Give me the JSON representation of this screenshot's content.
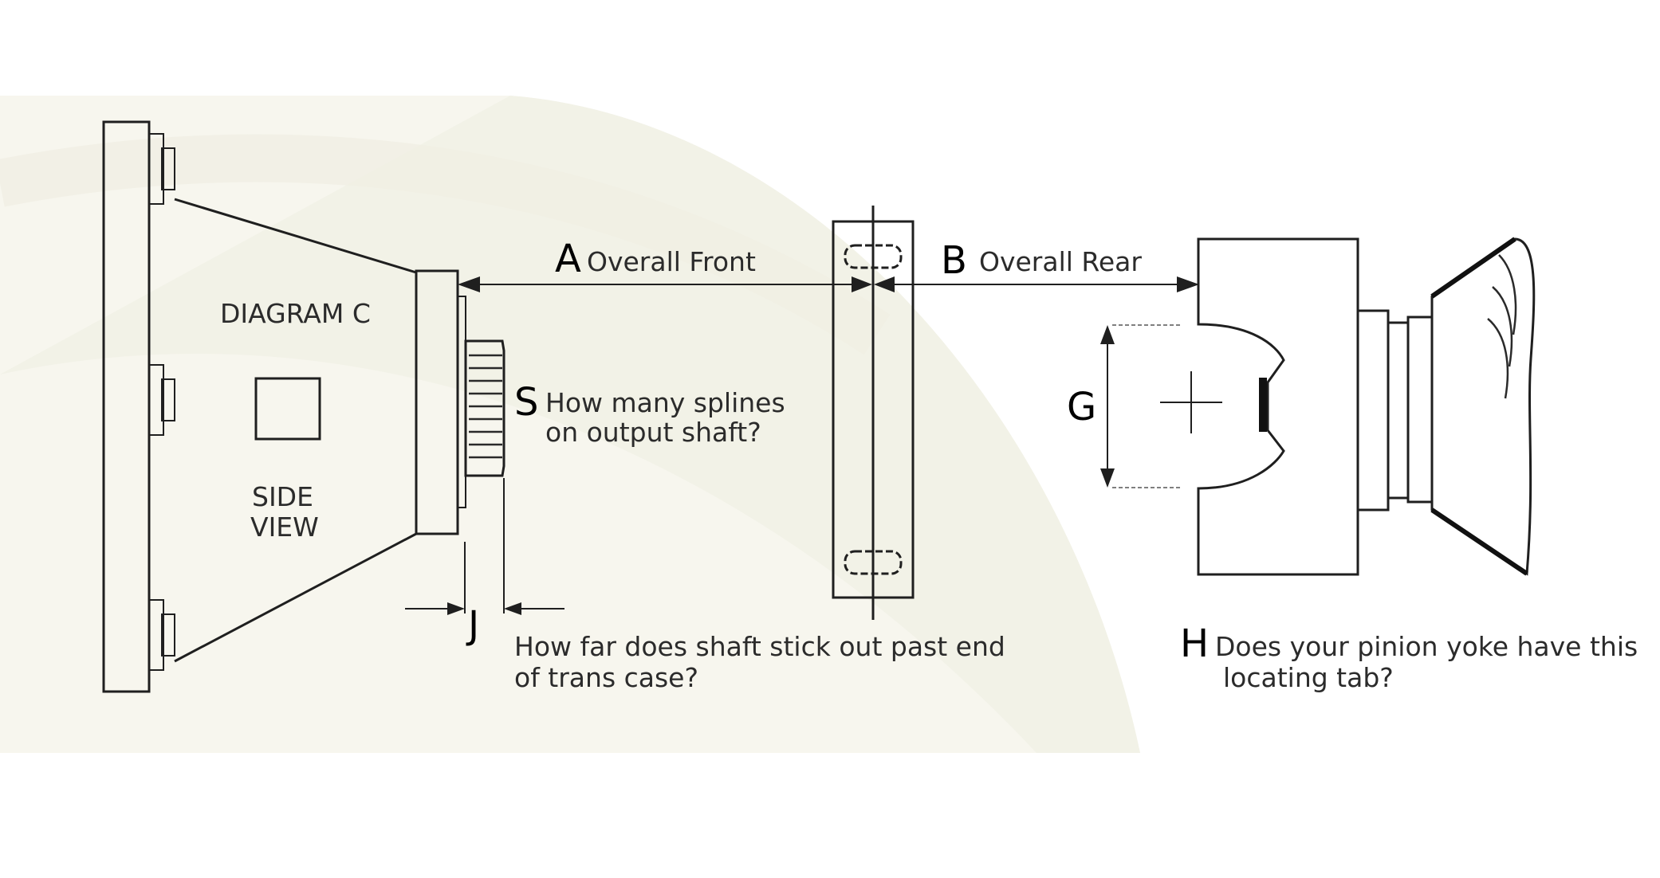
{
  "diagram": {
    "title": "DIAGRAM C",
    "side_view": [
      "SIDE",
      "VIEW"
    ],
    "letters": {
      "a": "A",
      "b": "B",
      "s": "S",
      "g": "G",
      "j": "J",
      "h": "H"
    },
    "labels": {
      "overall_front": "Overall Front",
      "overall_rear": "Overall Rear",
      "splines": [
        "How many splines",
        "on output shaft?"
      ],
      "shaft_stick_out": [
        "How far does shaft stick out past end",
        "of trans case?"
      ],
      "pinion_tab": [
        "Does your pinion yoke have this",
        "locating tab?"
      ]
    },
    "colors": {
      "ink": "#1f1f1f",
      "background_swoosh": "#f6f5ec"
    }
  }
}
